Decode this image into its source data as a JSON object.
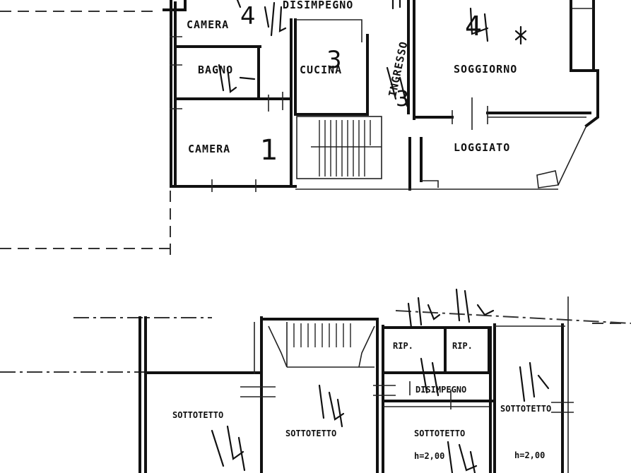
{
  "upper_plan": {
    "rooms": {
      "camera_top": "CAMERA",
      "disimpegno": "DISIMPEGNO",
      "bagno": "BAGNO",
      "cucina": "CUCINA",
      "ingresso": "INGRESSO",
      "soggiorno": "SOGGIORNO",
      "camera_1": "CAMERA",
      "loggiato": "LOGGIATO"
    },
    "numbers": {
      "camera_1": "1",
      "cucina": "3",
      "soggiorno": "4",
      "ingresso": "3",
      "camera_top": "4"
    }
  },
  "lower_plan": {
    "rooms": {
      "sottotetto_left": "SOTTOTETTO",
      "sottotetto_center": "SOTTOTETTO",
      "sottotetto_right_center": "SOTTOTETTO",
      "sottotetto_right": "SOTTOTETTO",
      "rip_left": "RIP.",
      "rip_right": "RIP.",
      "disimpegno": "DISIMPEGNO"
    },
    "heights": {
      "right_center": "h=2,00",
      "right": "h=2,00"
    },
    "marks": {
      "left": "1/4",
      "center": "1/4",
      "rip_a": "1/4",
      "rip_b": "1/4",
      "right_center": "1/4"
    }
  }
}
